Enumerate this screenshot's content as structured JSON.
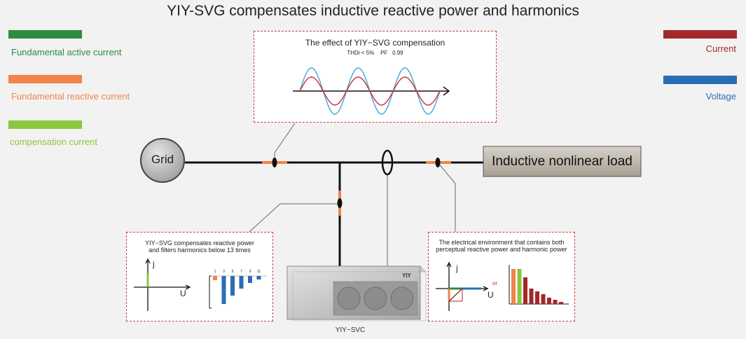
{
  "title": "YIY-SVG compensates inductive reactive power and harmonics",
  "legend_left": [
    {
      "label": "Fundamental active current",
      "color": "#2e8b3e"
    },
    {
      "label": "Fundamental reactive current",
      "color": "#f0844a"
    },
    {
      "label": "compensation current",
      "color": "#8cc63f"
    }
  ],
  "legend_right": [
    {
      "label": "Current",
      "color": "#a3282b"
    },
    {
      "label": "Voltage",
      "color": "#2a6db5"
    }
  ],
  "effect_box": {
    "title": "The effect of YIY−SVG compensation",
    "thd_label": "THDi < 5%",
    "pf_label": "PF",
    "pf_value": "0.99"
  },
  "grid_label": "Grid",
  "load_label": "Inductive nonlinear load",
  "device": {
    "label": "YIY−SVC",
    "brand": "YIY"
  },
  "left_box": {
    "caption_line1": "YIY−SVG compensates reactive power",
    "caption_line2": "and filters harmonics below 13 times",
    "axis_j": "j",
    "axis_u": "U",
    "harmonic_orders": [
      "1",
      "3",
      "5",
      "7",
      "9",
      "11"
    ]
  },
  "right_box": {
    "caption_line1": "The electrical environment that contains both",
    "caption_line2": "perceptual reactive power and harmonic power",
    "axis_j": "j",
    "axis_u": "U",
    "or_label": "or"
  }
}
